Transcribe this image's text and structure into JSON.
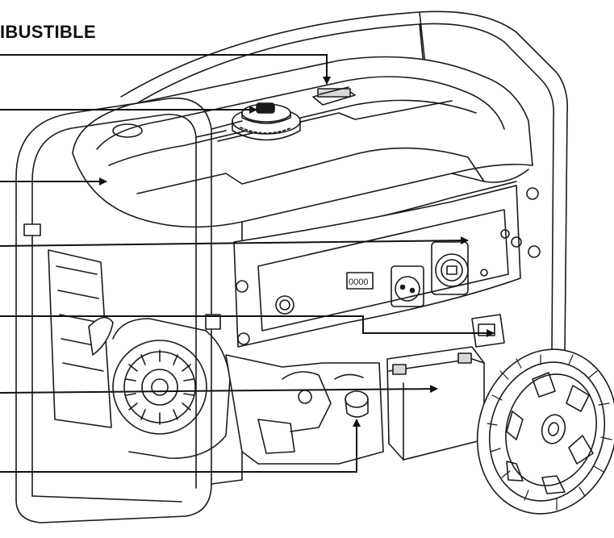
{
  "diagram": {
    "heading": "IBUSTIBLE",
    "subject": "portable-generator",
    "control_panel": {
      "meter_digits": "0000"
    },
    "callouts": [
      {
        "id": "fuel-gauge"
      },
      {
        "id": "fuel-cap"
      },
      {
        "id": "fuel-tank"
      },
      {
        "id": "ac-outlet"
      },
      {
        "id": "battery-terminal"
      },
      {
        "id": "battery"
      },
      {
        "id": "oil-drain"
      }
    ],
    "colors": {
      "line": "#1a1a1a",
      "background": "#ffffff",
      "shading": "#d9d9d9"
    }
  }
}
